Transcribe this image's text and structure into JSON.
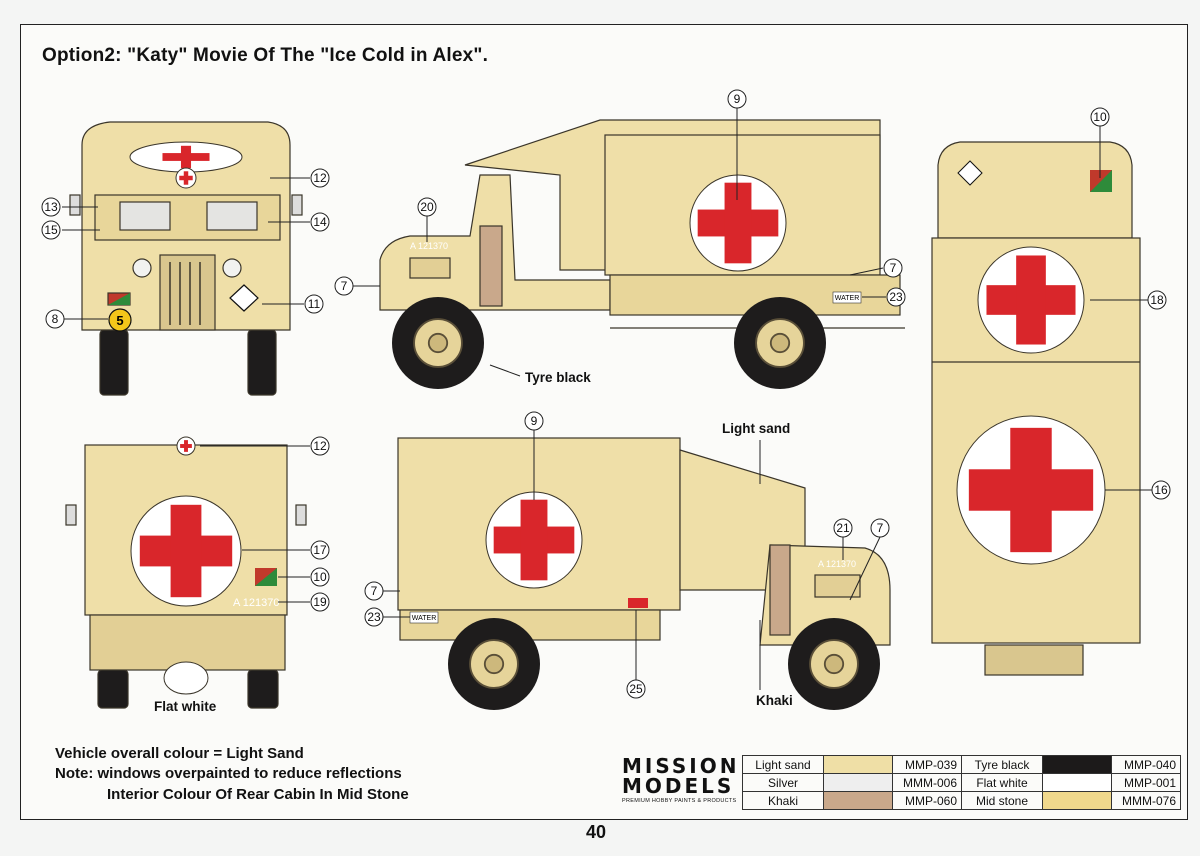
{
  "page": {
    "title": "Option2: \"Katy\" Movie Of The \"Ice Cold in Alex\".",
    "page_number": "40"
  },
  "callouts": [
    "9",
    "10",
    "12",
    "13",
    "15",
    "14",
    "8",
    "11",
    "20",
    "7",
    "7",
    "23",
    "18",
    "12",
    "17",
    "10",
    "19",
    "9",
    "21",
    "7",
    "7",
    "23",
    "25",
    "16"
  ],
  "vehicle_text": {
    "serial": "A 121370",
    "water": "WATER",
    "unit_number": "5"
  },
  "labels": {
    "tyre_black": "Tyre black",
    "light_sand": "Light sand",
    "flat_white": "Flat white",
    "khaki": "Khaki"
  },
  "notes": {
    "line1": "Vehicle overall colour = Light Sand",
    "line2": "Note: windows overpainted to reduce reflections",
    "line3": "Interior Colour Of Rear Cabin In Mid Stone"
  },
  "brand": {
    "line1": "MISSION",
    "line2": "MODELS",
    "tagline": "PREMIUM HOBBY PAINTS & PRODUCTS"
  },
  "palette": [
    {
      "name": "Light sand",
      "code": "MMP-039",
      "color": "#efdfa6"
    },
    {
      "name": "Tyre black",
      "code": "MMP-040",
      "color": "#1c1a1a"
    },
    {
      "name": "Silver",
      "code": "MMM-006",
      "color": "#eeeeee"
    },
    {
      "name": "Flat white",
      "code": "MMP-001",
      "color": "#ffffff"
    },
    {
      "name": "Khaki",
      "code": "MMP-060",
      "color": "#c9a88b"
    },
    {
      "name": "Mid stone",
      "code": "MMM-076",
      "color": "#f0d88c"
    }
  ],
  "colors": {
    "body": "#efdfa8",
    "cross": "#d9262b",
    "disc": "#ffffff",
    "outline": "#3a352a"
  }
}
